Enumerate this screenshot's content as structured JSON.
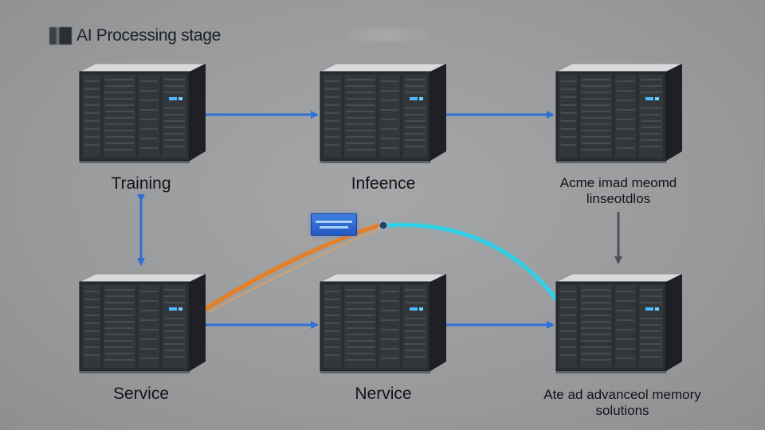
{
  "header": {
    "title": "AI Processing stage",
    "title_icon": "blurred-logo-icon"
  },
  "nodes": [
    {
      "id": "training",
      "label": "Training",
      "icon": "server-rack-icon"
    },
    {
      "id": "infeence",
      "label": "Infeence",
      "icon": "server-rack-icon"
    },
    {
      "id": "storage-top",
      "label_lines": [
        "Acme imad meomd",
        "linseotdlos"
      ],
      "icon": "server-rack-icon"
    },
    {
      "id": "service",
      "label": "Service",
      "icon": "server-rack-icon"
    },
    {
      "id": "nervice",
      "label": "Nervice",
      "icon": "server-rack-icon"
    },
    {
      "id": "memory",
      "label_lines": [
        "Ate ad advanceol memory",
        "solutions"
      ],
      "icon": "server-rack-icon"
    }
  ],
  "badge": {
    "icon": "network-card-icon"
  },
  "colors": {
    "background": "#9a9c9e",
    "arrow_blue": "#2f6fd8",
    "arrow_orange": "#f07a12",
    "arrow_cyan": "#21d6ef",
    "rack_dark": "#2a2d31",
    "rack_top": "#d9dadc"
  }
}
